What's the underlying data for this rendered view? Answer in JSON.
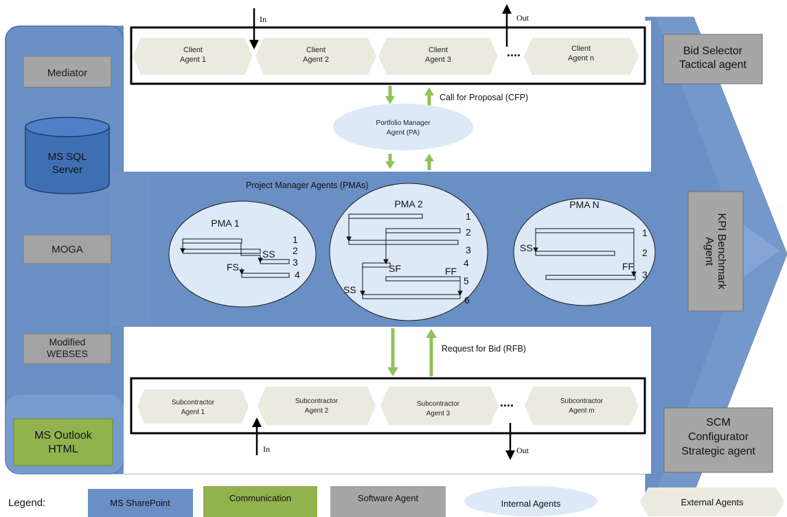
{
  "sidebar": {
    "mediator": "Mediator",
    "sql_line1": "MS SQL",
    "sql_line2": "Server",
    "moga": "MOGA",
    "webses_line1": "Modified",
    "webses_line2": "WEBSES",
    "outlook_line1": "MS Outlook",
    "outlook_line2": "HTML"
  },
  "clients": {
    "in_label": "In",
    "out_label": "Out",
    "ellipsis": "....",
    "agents": [
      {
        "line1": "Client",
        "line2": "Agent 1"
      },
      {
        "line1": "Client",
        "line2": "Agent 2"
      },
      {
        "line1": "Client",
        "line2": "Agent 3"
      },
      {
        "line1": "Client",
        "line2": "Agent n"
      }
    ]
  },
  "cfp_label": "Call for Proposal (CFP)",
  "portfolio": {
    "line1": "Portfolio Manager",
    "line2": "Agent (PA)"
  },
  "pma_title": "Project Manager Agents (PMAs)",
  "pma1": {
    "title": "PMA 1",
    "nums": [
      "1",
      "2",
      "3",
      "4"
    ],
    "ss": "SS",
    "fs": "FS"
  },
  "pma2": {
    "title": "PMA 2",
    "nums": [
      "1",
      "2",
      "3",
      "4",
      "5",
      "6"
    ],
    "sf": "SF",
    "ff": "FF",
    "ss": "SS"
  },
  "pman": {
    "title": "PMA N",
    "nums": [
      "1",
      "2",
      "3"
    ],
    "ss": "SS",
    "ff": "FF"
  },
  "rfb_label": "Request for Bid (RFB)",
  "subcontractors": {
    "in_label": "In",
    "out_label": "Out",
    "ellipsis": "....",
    "agents": [
      {
        "line1": "Subcontractor",
        "line2": "Agent 1"
      },
      {
        "line1": "Subcontractor",
        "line2": "Agent 2"
      },
      {
        "line1": "Subcontractor",
        "line2": "Agent 3"
      },
      {
        "line1": "Subcontractor",
        "line2": "Agent m"
      }
    ]
  },
  "right": {
    "bid_line1": "Bid Selector",
    "bid_line2": "Tactical agent",
    "kpi_line1": "KPI Benchmark",
    "kpi_line2": "Agent",
    "scm_line1": "SCM",
    "scm_line2": "Configurator",
    "scm_line3": "Strategic agent"
  },
  "legend": {
    "title": "Legend:",
    "sharepoint": "MS SharePoint",
    "communication": "Communication",
    "software": "Software Agent",
    "internal": "Internal Agents",
    "external": "External Agents"
  },
  "colors": {
    "sharepoint_blue": "#6a8fc4",
    "communication_green": "#92b24e",
    "software_gray": "#a6a6a6",
    "internal_ellipse": "#dde9f7",
    "external_hexagon": "#ebeadf",
    "arrow_green": "#92c05a"
  }
}
